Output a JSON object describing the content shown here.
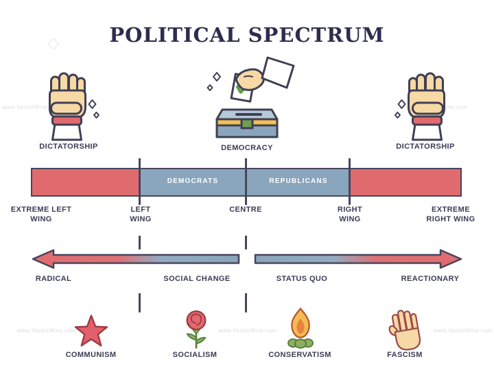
{
  "title": "POLITICAL SPECTRUM",
  "watermark": "www.VectorMine.com",
  "top_figures": {
    "left": {
      "label": "DICTATORSHIP",
      "icon": "raised-fist"
    },
    "center": {
      "label": "DEMOCRACY",
      "icon": "hand-casting-ballot"
    },
    "right": {
      "label": "DICTATORSHIP",
      "icon": "raised-fist"
    }
  },
  "spectrum_bar": {
    "party_labels": {
      "left_of_centre": "DEMOCRATS",
      "right_of_centre": "REPUBLICANS"
    },
    "positions": [
      "EXTREME LEFT WING",
      "LEFT WING",
      "CENTRE",
      "RIGHT WING",
      "EXTREME RIGHT WING"
    ]
  },
  "attitude_axis": {
    "labels": [
      "RADICAL",
      "SOCIAL CHANGE",
      "STATUS QUO",
      "REACTIONARY"
    ]
  },
  "ideologies": [
    {
      "label": "COMMUNISM",
      "icon": "red-star"
    },
    {
      "label": "SOCIALISM",
      "icon": "rose"
    },
    {
      "label": "CONSERVATISM",
      "icon": "flame"
    },
    {
      "label": "FASCISM",
      "icon": "raised-hand-salute"
    }
  ],
  "colors": {
    "extreme_red": "#e06b6f",
    "moderate_blue": "#8aa6bc",
    "outline_dark": "#45455c",
    "title_navy": "#2d2d50"
  }
}
